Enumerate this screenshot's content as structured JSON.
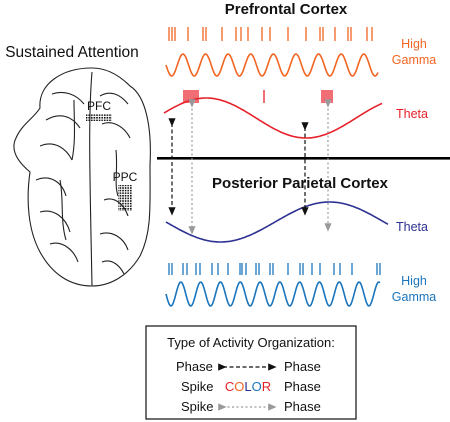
{
  "title_left": "Sustained Attention",
  "pfc_title": "Prefrontal Cortex",
  "ppc_title": "Posterior Parietal Cortex",
  "brain": {
    "pfc_label": "PFC",
    "ppc_label": "PPC"
  },
  "traces": {
    "pfc_high_gamma_line1": "High",
    "pfc_high_gamma_line2": "Gamma",
    "pfc_theta": "Theta",
    "ppc_theta": "Theta",
    "ppc_high_gamma_line1": "High",
    "ppc_high_gamma_line2": "Gamma"
  },
  "legend": {
    "title": "Type of Activity Organization:",
    "row1_left": "Phase",
    "row1_right": "Phase",
    "row2_left": "Spike",
    "row2_right": "Phase",
    "row2_color_word": [
      "C",
      "O",
      "L",
      "O",
      "R"
    ],
    "row3_left": "Spike",
    "row3_right": "Phase"
  },
  "colors": {
    "high_gamma_pfc": "#f26522",
    "theta_pfc": "#e8202a",
    "theta_ppc": "#2e3192",
    "high_gamma_ppc": "#1b75bc",
    "color_word": [
      "#e8202a",
      "#f26522",
      "#2e3192",
      "#1b75bc",
      "#e8202a"
    ]
  }
}
